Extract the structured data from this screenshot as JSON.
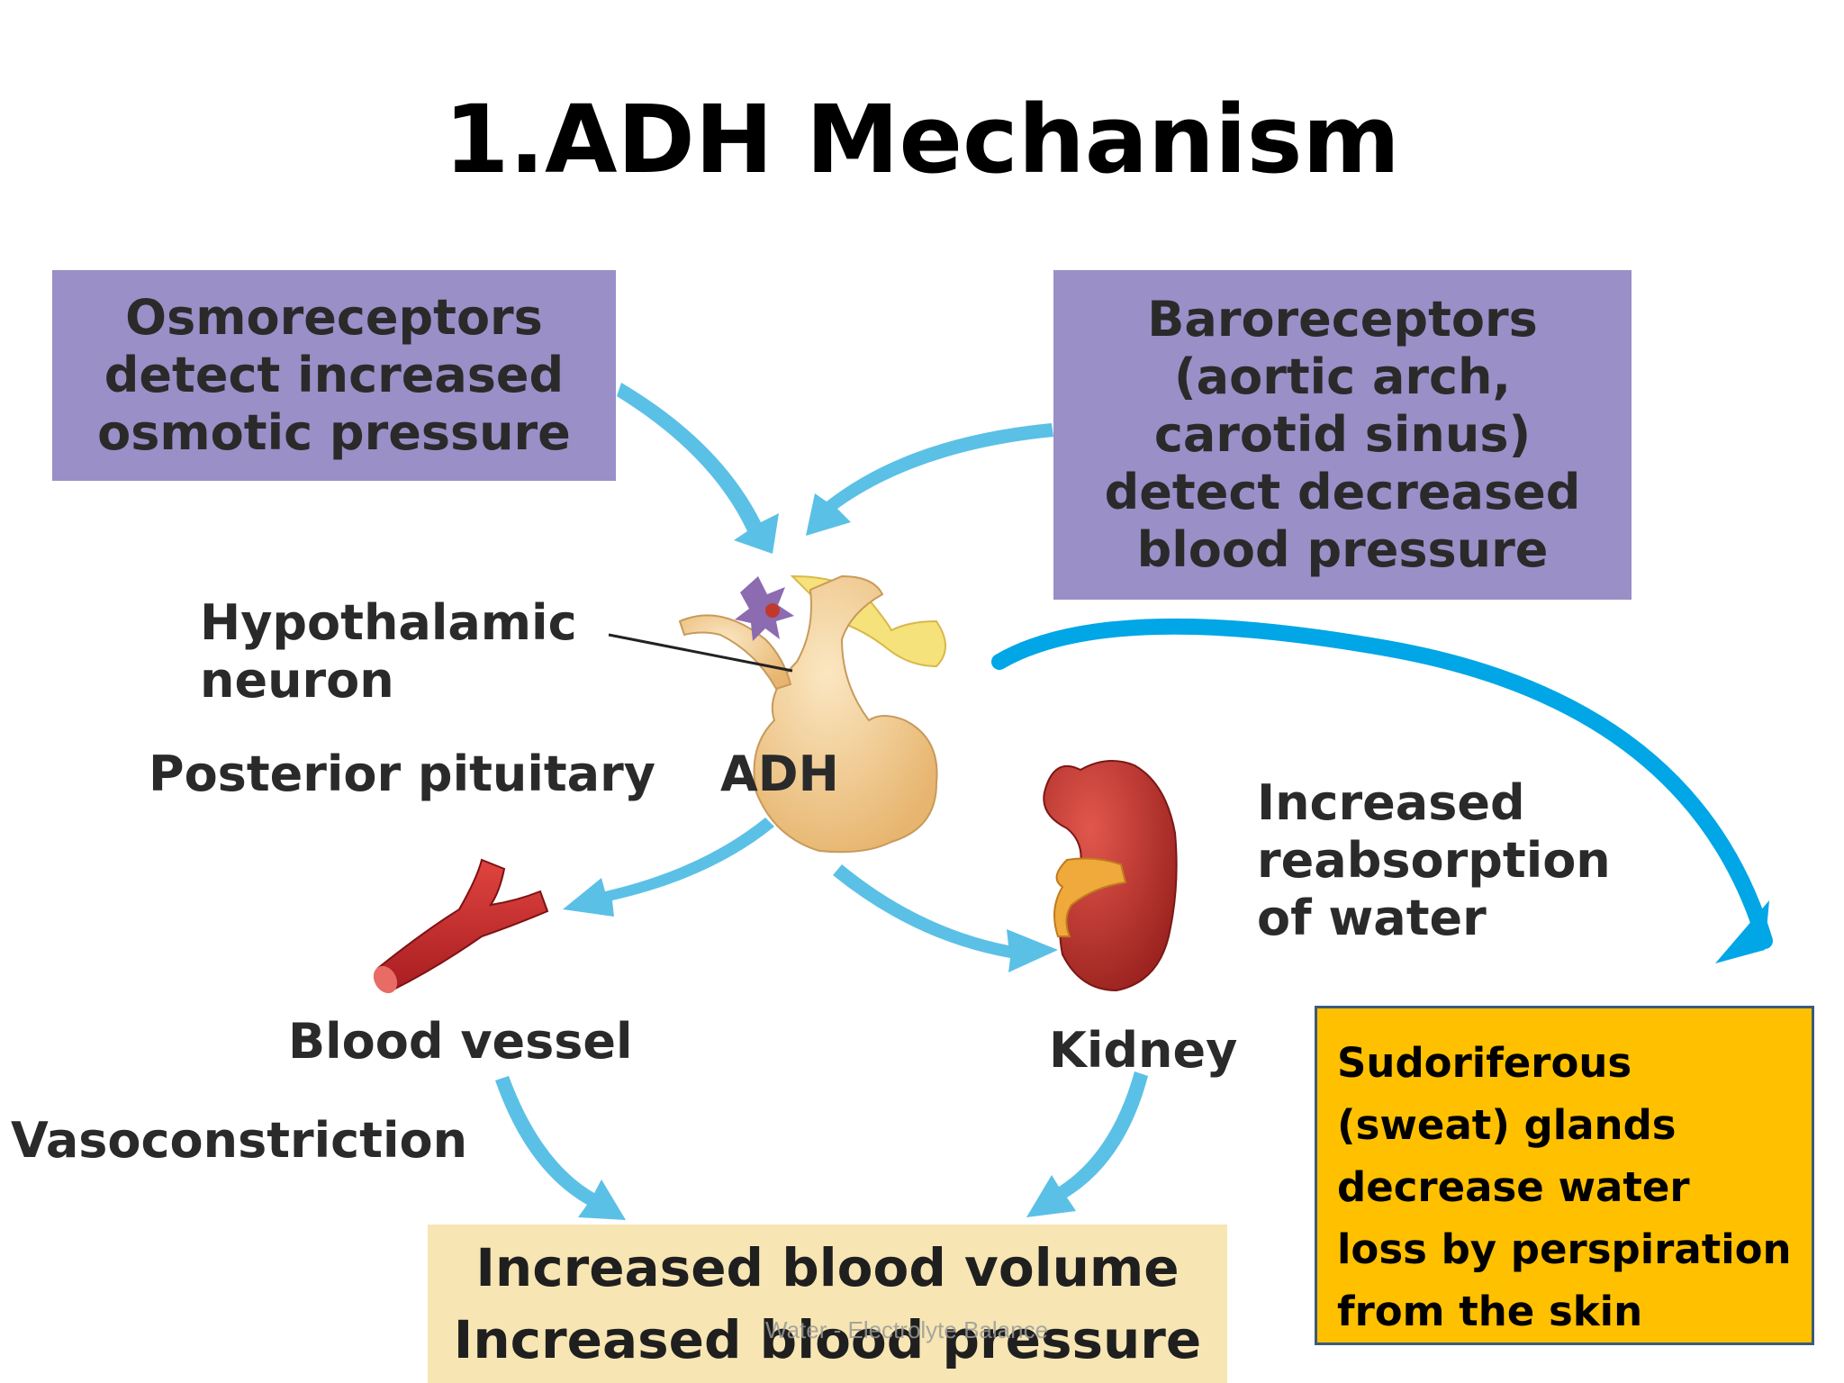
{
  "title": "1.ADH Mechanism",
  "boxes": {
    "osmoreceptors": [
      "Osmoreceptors",
      "detect increased",
      "osmotic pressure"
    ],
    "baroreceptors": [
      "Baroreceptors",
      "(aortic arch,",
      "carotid sinus)",
      "detect decreased",
      "blood pressure"
    ],
    "result": [
      "Increased blood volume",
      "Increased blood pressure"
    ],
    "sweat": [
      "Sudoriferous",
      "(sweat) glands",
      "decrease water",
      "loss by perspiration",
      "from the skin"
    ]
  },
  "labels": {
    "hypothalamic": [
      "Hypothalamic",
      "neuron"
    ],
    "posterior_pituitary": "Posterior pituitary",
    "adh": "ADH",
    "reabsorption": [
      "Increased",
      "reabsorption",
      "of water"
    ],
    "blood_vessel": "Blood vessel",
    "kidney": "Kidney",
    "vasoconstriction": "Vasoconstriction"
  },
  "footer": "Water - Electrolyte Balance",
  "colors": {
    "receptor_box": "#9a8fc7",
    "result_box": "#f7e6b3",
    "sweat_box": "#ffc000",
    "arrow": "#5bc0e6",
    "big_arrow": "#00a6e6",
    "vessel": "#c8262b",
    "kidney": "#b8312e",
    "pituitary": "#f2c98a"
  }
}
